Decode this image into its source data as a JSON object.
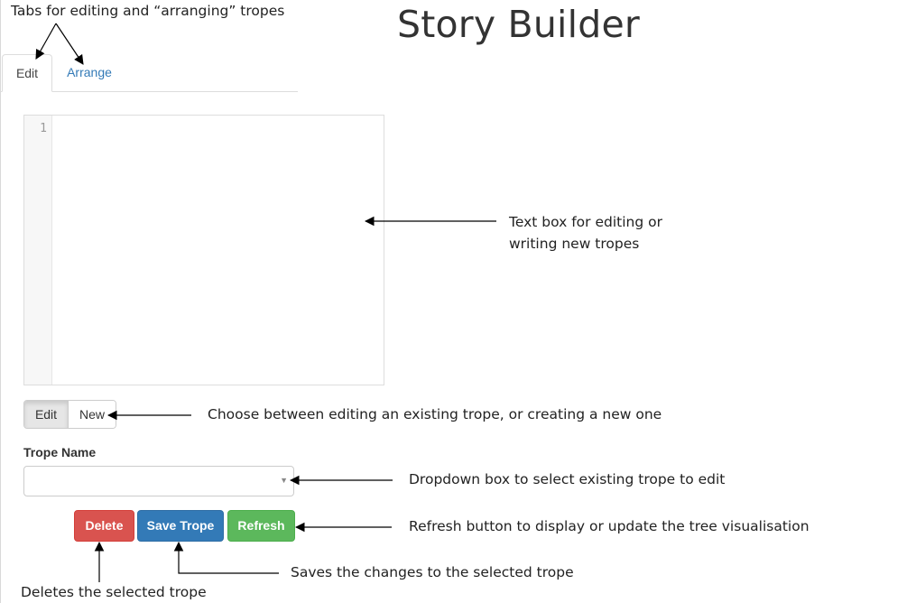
{
  "app": {
    "title": "Story Builder"
  },
  "tabs": [
    {
      "label": "Edit",
      "active": true
    },
    {
      "label": "Arrange",
      "active": false
    }
  ],
  "editor": {
    "line_number": "1",
    "content": ""
  },
  "mode_toggle": {
    "edit_label": "Edit",
    "new_label": "New",
    "selected": "Edit"
  },
  "trope_field": {
    "label": "Trope Name",
    "value": ""
  },
  "buttons": {
    "delete": "Delete",
    "save": "Save Trope",
    "refresh": "Refresh"
  },
  "colors": {
    "delete": "#d9534f",
    "save": "#337ab7",
    "refresh": "#5cb85c",
    "link": "#337ab7"
  },
  "annotations": {
    "tabs": "Tabs for editing and “arranging” tropes",
    "textbox_line1": "Text box for editing or",
    "textbox_line2": "writing new tropes",
    "toggle": "Choose between editing an existing trope, or creating  a new one",
    "dropdown": "Dropdown box to select existing trope to edit",
    "refresh": "Refresh button to display or update the tree visualisation",
    "save": "Saves the changes to the selected trope",
    "delete": "Deletes the selected trope"
  }
}
